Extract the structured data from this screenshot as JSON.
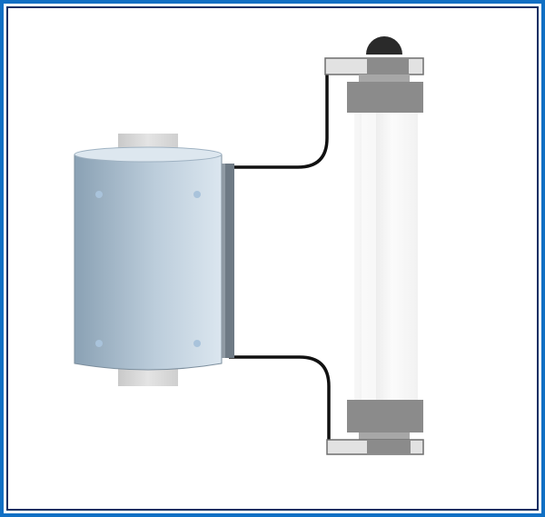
{
  "colors": {
    "frame_outer": "#1170c4",
    "frame_inner": "#0a2f63",
    "background": "#ffffff",
    "tank_light": "#d4e1ec",
    "tank_dark": "#8aa1b4",
    "tank_side": "#6e7a85",
    "cap_gray": "#d2d2d2",
    "fitting_gray": "#8b8b8b",
    "tube_glass": "#f4f4f4",
    "hose": "#111111",
    "knob": "#2a2a2a"
  },
  "components": {
    "tank": "reservoir-cylinder",
    "tube": "glass-column",
    "top_cap": "upper-end-fitting",
    "bottom_cap": "lower-end-fitting",
    "hoses": [
      "upper-hose",
      "lower-hose"
    ],
    "knob": "top-knob"
  }
}
